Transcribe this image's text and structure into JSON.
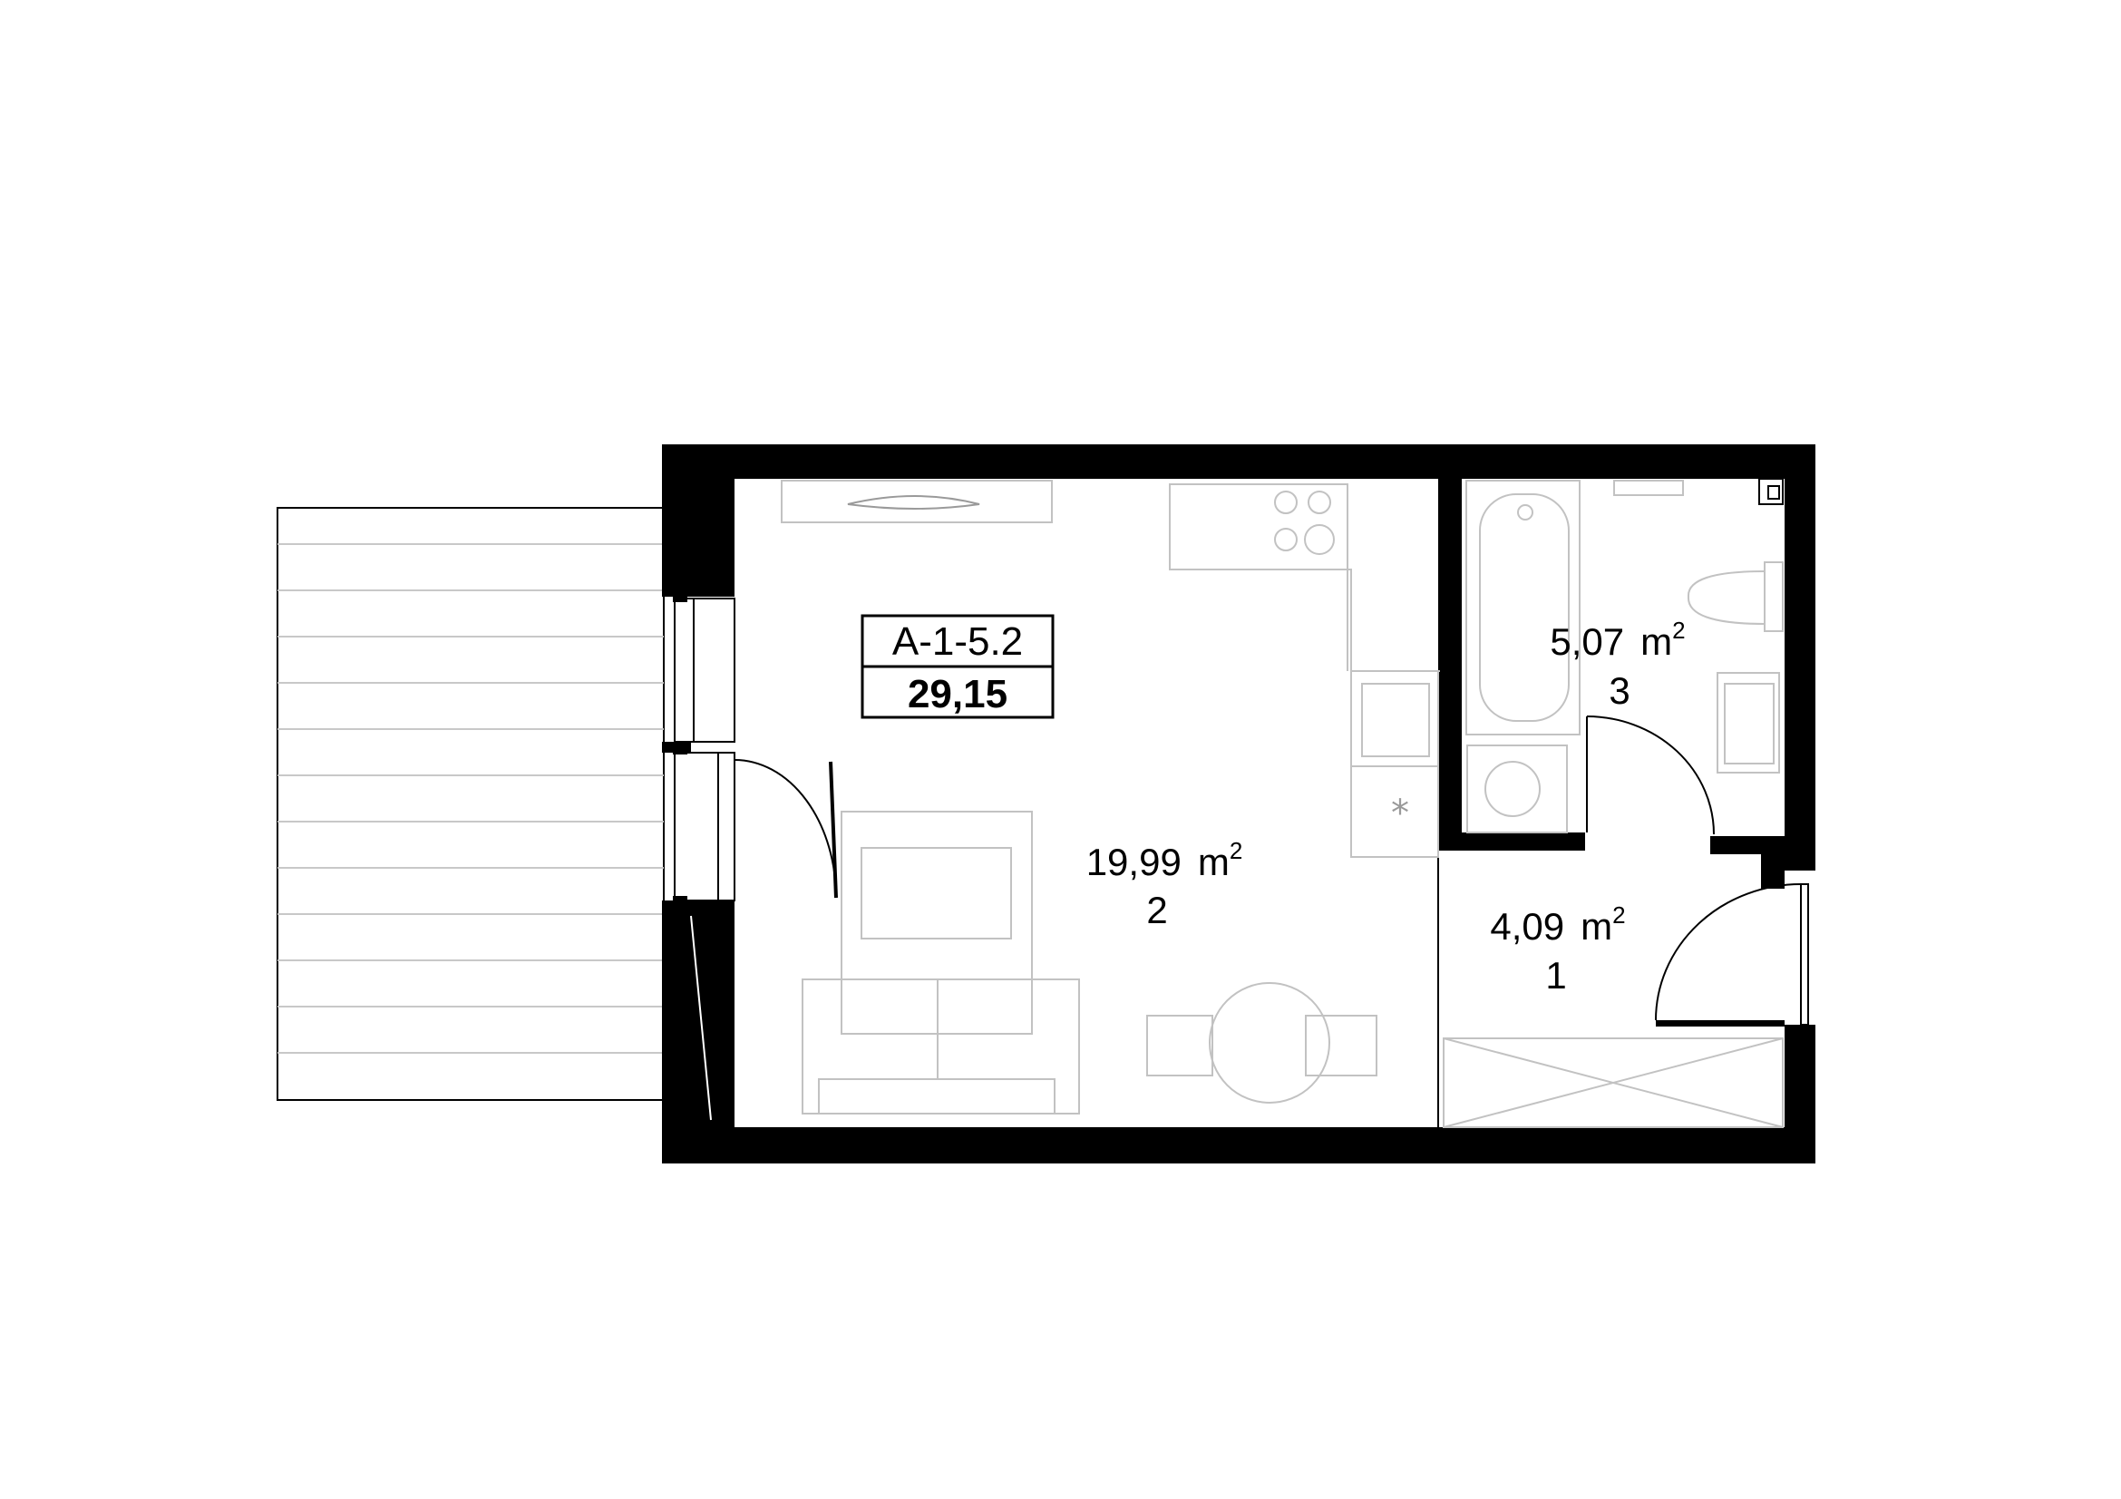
{
  "unit": {
    "code": "A-1-5.2",
    "total_area": "29,15"
  },
  "rooms": [
    {
      "number": "2",
      "area": "19,99",
      "unit": "m",
      "sup": "2"
    },
    {
      "number": "3",
      "area": "5,07",
      "unit": "m",
      "sup": "2"
    },
    {
      "number": "1",
      "area": "4,09",
      "unit": "m",
      "sup": "2"
    }
  ],
  "colors": {
    "wall": "#000000",
    "furniture": "#c2c2c2",
    "background": "#ffffff"
  }
}
